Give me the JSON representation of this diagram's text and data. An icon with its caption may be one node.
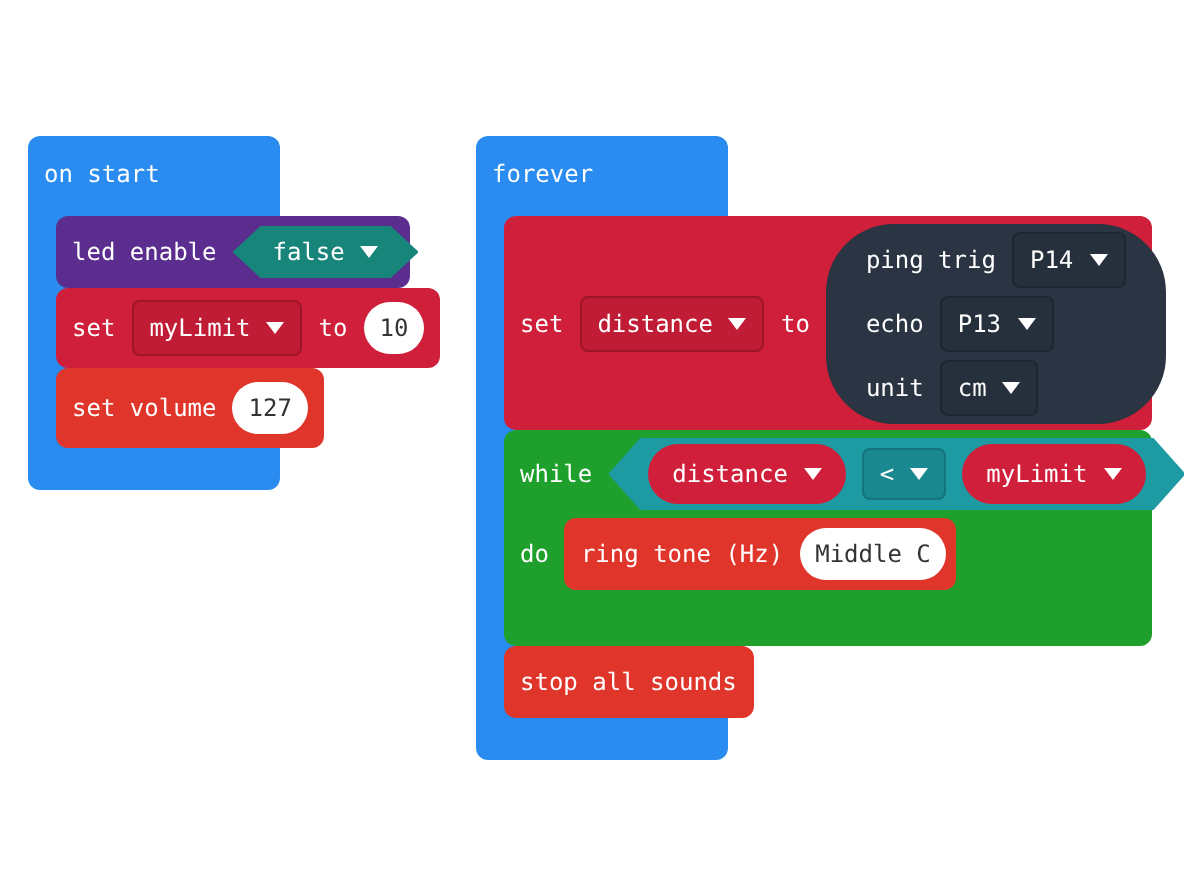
{
  "diagram": {
    "nodes": [
      {
        "text": [
          "on start"
        ]
      },
      {
        "text": [
          "led enable"
        ]
      },
      {
        "text": [
          "false"
        ],
        "in": 1
      },
      {
        "text": [
          "set",
          "to"
        ]
      },
      {
        "text": [
          "myLimit"
        ],
        "in": 3
      },
      {
        "text": [
          "10"
        ],
        "in": 3
      },
      {
        "text": [
          "set volume"
        ]
      },
      {
        "text": [
          "127"
        ],
        "in": 6
      },
      {
        "text": [
          "forever"
        ]
      },
      {
        "text": [
          "set",
          "to"
        ]
      },
      {
        "text": [
          "distance"
        ],
        "in": 9
      },
      {
        "text": [
          "ping trig",
          "echo",
          "unit"
        ],
        "in": 9
      },
      {
        "text": [
          "P14"
        ],
        "in": 11
      },
      {
        "text": [
          "P13"
        ],
        "in": 11
      },
      {
        "text": [
          "cm"
        ],
        "in": 11
      },
      {
        "text": [
          "while",
          "do"
        ]
      },
      {
        "text": [],
        "shape": "hexagon",
        "in": 15
      },
      {
        "text": [
          "distance"
        ],
        "in": 16
      },
      {
        "text": [
          "<"
        ],
        "in": 16
      },
      {
        "text": [
          "myLimit"
        ],
        "in": 16
      },
      {
        "text": [
          "ring tone (Hz)"
        ],
        "in": 15
      },
      {
        "text": [
          "Middle C"
        ],
        "in": 20
      },
      {
        "text": [
          "stop all sounds"
        ]
      }
    ]
  }
}
